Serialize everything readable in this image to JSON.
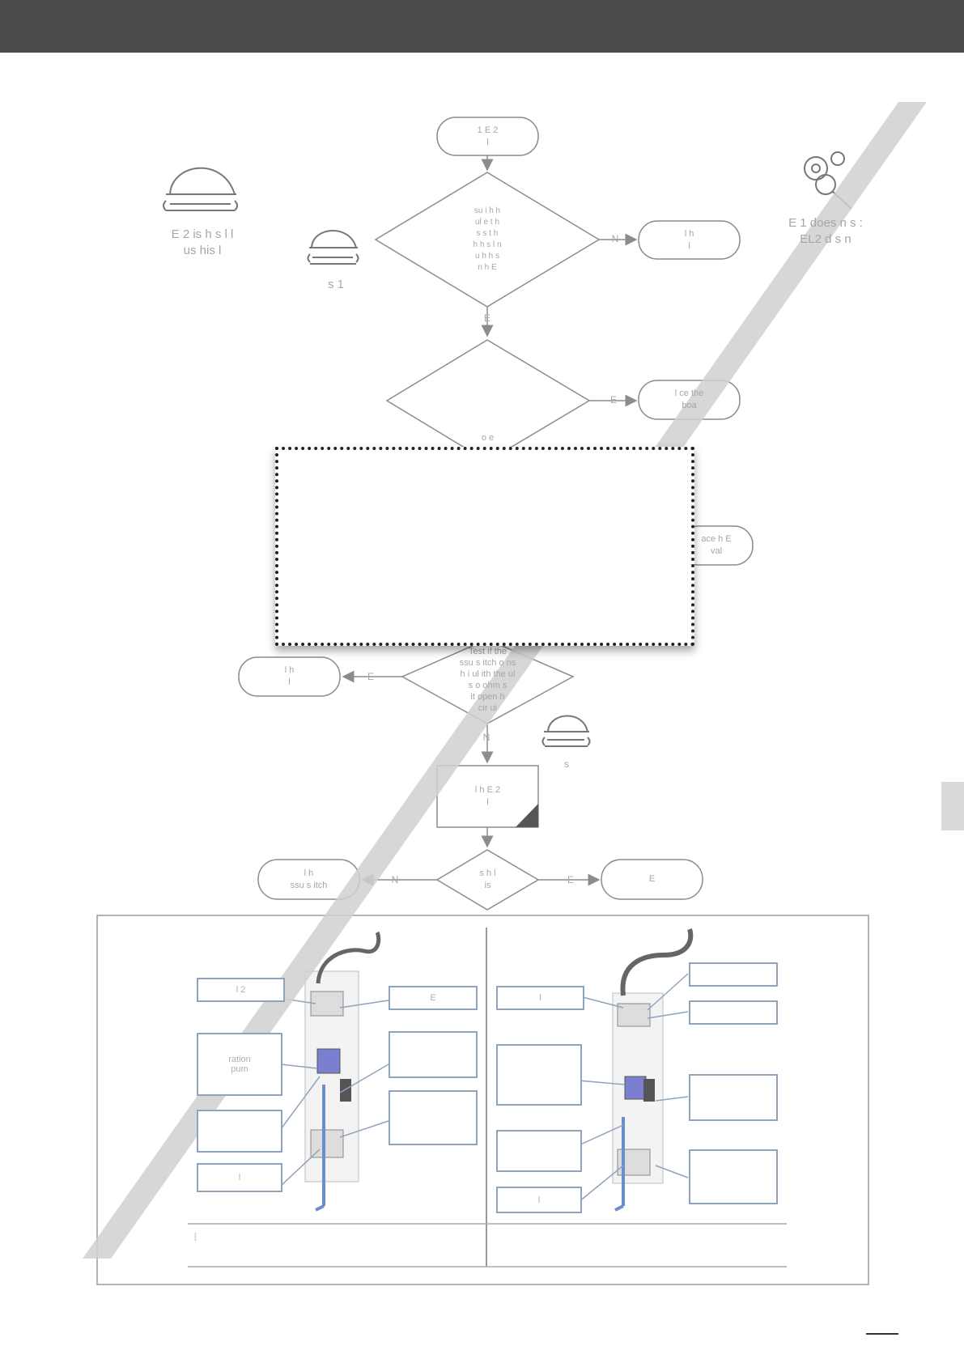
{
  "page": {
    "flow_start": "1   E 2\nl",
    "decision_1": "su   i h h\nul       e      t   h\n      s   s  t   h\nh                 h     s  l  n\n      u h    h  s\nn  h  E",
    "decision_1_no": "N",
    "result_1": "l     h\nl",
    "decision_1_yes": "E",
    "decision_2": "o    e",
    "decision_2_yes": "E",
    "result_2": "l   ce the\nboa",
    "result_3": "ace  h  E\nval",
    "decision_3": "Test if the\nssu   s  itch o  ns\nh   i  ul    ith the   ul\ns    o ohm    s\nit open  h\ncir  ui",
    "decision_3_yes": "E",
    "result_4": "l    h\nl",
    "decision_3_no": "N",
    "process_1": "l    h  E 2\nl",
    "decision_4": "s  h    l\nis",
    "decision_4_no": "N",
    "result_5": "l     h\nssu   s  itch",
    "decision_4_yes": "E",
    "result_6": "E",
    "left_icon_caption": "E 2 is  h      s     l  l\nus    his l",
    "mid_icon_caption": "s  1",
    "right_icon_caption": "E  1 does n       s  :\nEL2 d    s n",
    "bottom_icon_caption": "s"
  },
  "diagram": {
    "left_labels": [
      "l              2",
      "E",
      "ration\npum",
      "",
      "",
      "",
      "l"
    ],
    "right_labels": [
      "l",
      "",
      "",
      "",
      "",
      "",
      "",
      "l"
    ],
    "caption_left": "[",
    "caption_right": ""
  },
  "icons": {
    "worker": "worker-helmet-wrench-icon",
    "gear_search": "gear-search-icon"
  }
}
